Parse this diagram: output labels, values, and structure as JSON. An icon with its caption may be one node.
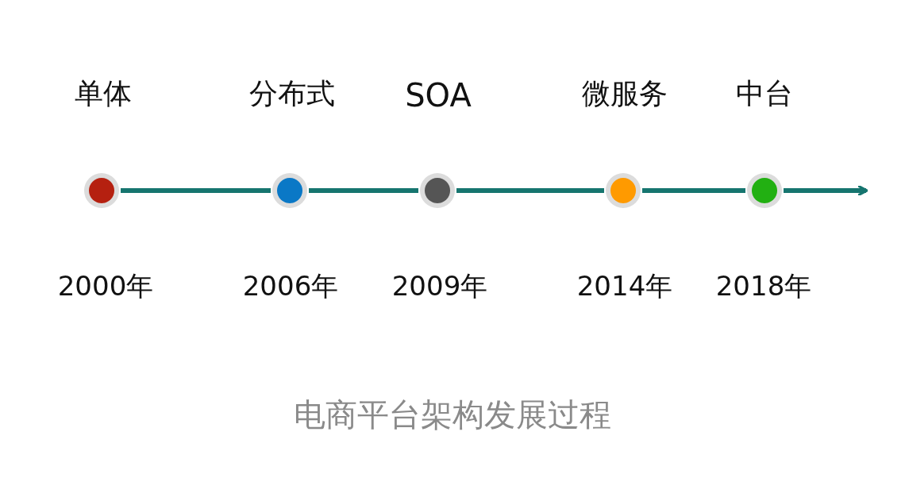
{
  "diagram": {
    "caption": "电商平台架构发展过程",
    "nodes": [
      {
        "text": [],
        "shape": "circle"
      },
      {
        "text": [],
        "shape": "circle"
      },
      {
        "text": [],
        "shape": "circle"
      },
      {
        "text": [],
        "shape": "circle"
      },
      {
        "text": [],
        "shape": "circle"
      }
    ],
    "edges": [
      {
        "from": 0,
        "to": 1,
        "arrow": "none"
      },
      {
        "from": 1,
        "to": 2,
        "arrow": "none"
      },
      {
        "from": 2,
        "to": 3,
        "arrow": "none"
      },
      {
        "from": 3,
        "to": 4,
        "arrow": "none"
      },
      {
        "from": 4,
        "to": null,
        "arrow": "to"
      }
    ],
    "labels": [
      "单体",
      "分布式",
      "SOA",
      "微服务",
      "中台",
      "2000年",
      "2006年",
      "2009年",
      "2014年",
      "2018年"
    ]
  }
}
